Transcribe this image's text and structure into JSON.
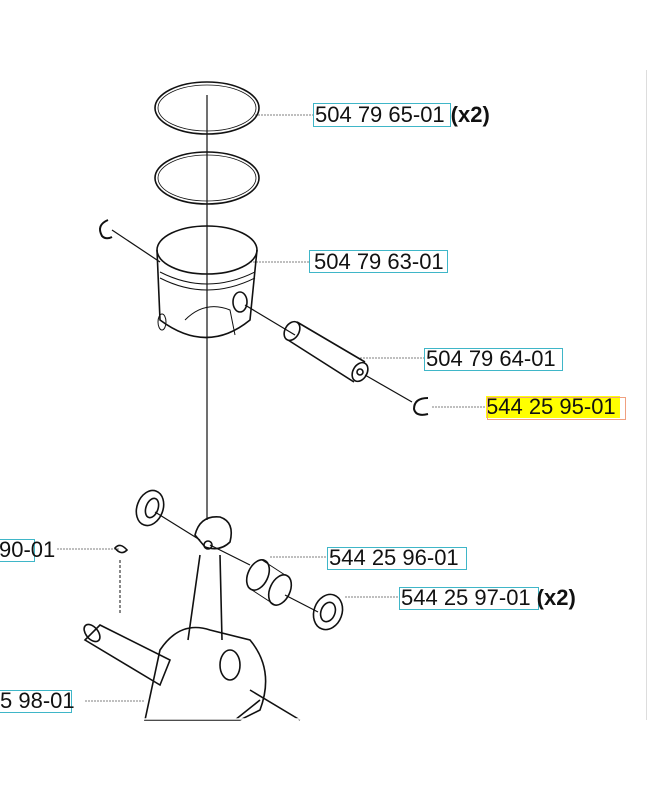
{
  "parts": [
    {
      "number": "504 79 65-01",
      "qty": "(x2)"
    },
    {
      "number": "504 79 63-01"
    },
    {
      "number": "504 79 64-01"
    },
    {
      "number": "544 25 95-01",
      "highlighted": true
    },
    {
      "number": "90-01"
    },
    {
      "number": "544 25 96-01"
    },
    {
      "number": "544 25 97-01",
      "qty": "(x2)"
    },
    {
      "number": "5 98-01"
    }
  ],
  "colors": {
    "highlight": "#ffff00",
    "label_box": "#3fb6c8",
    "selected_box": "#f0a080"
  }
}
